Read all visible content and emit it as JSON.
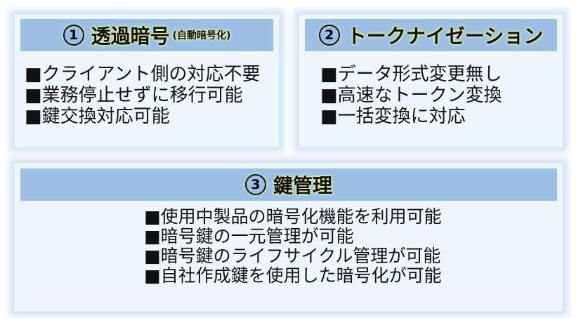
{
  "cards": [
    {
      "number": "1",
      "title": "透過暗号",
      "subtitle": "(自動暗号化)",
      "items": [
        "クライアント側の対応不要",
        "業務停止せずに移行可能",
        "鍵交換対応可能"
      ]
    },
    {
      "number": "2",
      "title": "トークナイゼーション",
      "subtitle": "",
      "items": [
        "データ形式変更無し",
        "高速なトークン変換",
        "一括変換に対応"
      ]
    },
    {
      "number": "3",
      "title": "鍵管理",
      "subtitle": "",
      "items": [
        "使用中製品の暗号化機能を利用可能",
        "暗号鍵の一元管理が可能",
        "暗号鍵のライフサイクル管理が可能",
        "自社作成鍵を使用した暗号化が可能"
      ]
    }
  ],
  "colors": {
    "header_band": "#9cc0e3",
    "card_body": "#eef6fd",
    "title_glow": "#e9f7a0",
    "text": "#111111"
  }
}
